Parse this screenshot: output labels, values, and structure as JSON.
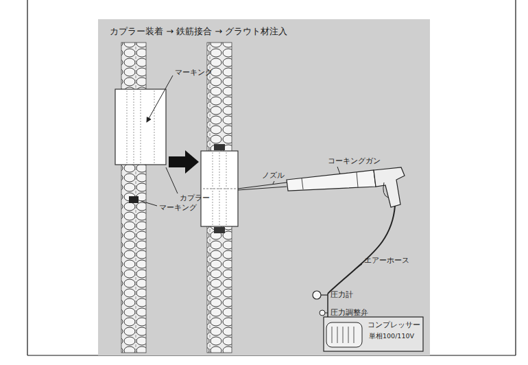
{
  "diagram": {
    "title": "カプラー装着 → 鉄筋接合 → グラウト材注入",
    "labels": [
      "マーキング",
      "カプラー",
      "マーキング",
      "ノズル",
      "コーキングガン",
      "エアーホース",
      "圧力計",
      "圧力調整弁",
      "コンプレッサー",
      "単相100/110V"
    ]
  }
}
